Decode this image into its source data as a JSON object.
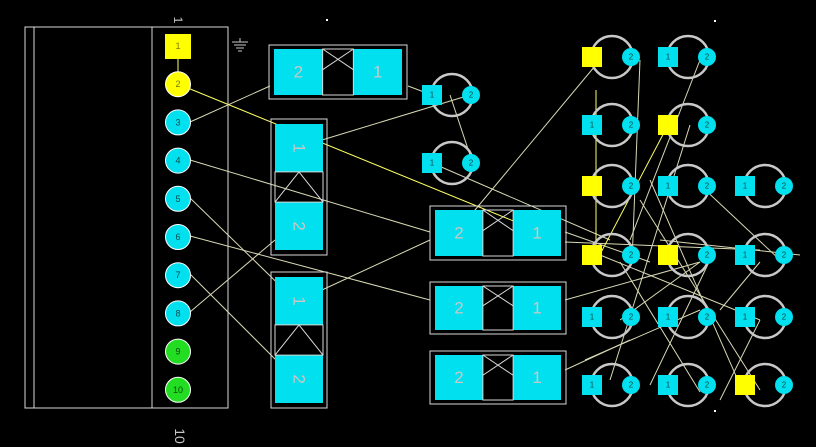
{
  "colors": {
    "background": "#000000",
    "outline": "#d9d9d9",
    "pad": "#00e0ee",
    "pad_text": "#0b4a4a",
    "pad1": "#ffff00",
    "pad1_text": "#7a7a00",
    "pad_ground": "#22dd22",
    "pad_ground_text": "#0a4a0a",
    "ring": "#c8c8c8",
    "wire": "#d8d8b4",
    "wire_highlight": "#ffff66"
  },
  "connector": {
    "top_label": "1",
    "bottom_label": "10",
    "pins": [
      "1",
      "2",
      "3",
      "4",
      "5",
      "6",
      "7",
      "8",
      "9",
      "10"
    ],
    "ground_icon": "ground-symbol-icon"
  },
  "components": {
    "h_block_labels": [
      "2",
      "1"
    ],
    "v_block_labels": [
      "1",
      "2"
    ],
    "ring_pad_labels": [
      "1",
      "2"
    ]
  }
}
